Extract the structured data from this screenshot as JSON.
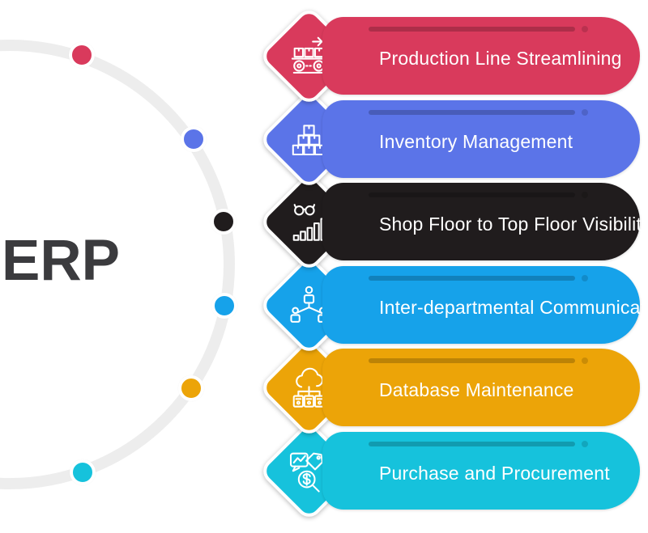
{
  "title": "ERP",
  "colors": {
    "background": "#ffffff",
    "arc": "#ededed",
    "title_text": "#3b3b3e",
    "label_text": "#ffffff"
  },
  "rows": [
    {
      "label": "Production Line Streamlining",
      "color": "#d93a5c",
      "icon": "production-line-icon"
    },
    {
      "label": "Inventory Management",
      "color": "#5b74e8",
      "icon": "inventory-boxes-icon"
    },
    {
      "label": "Shop Floor to Top Floor Visibility",
      "color": "#201c1d",
      "icon": "shop-floor-visibility-icon"
    },
    {
      "label": "Inter-departmental Communication",
      "color": "#16a2ea",
      "icon": "interdepartmental-communication-icon"
    },
    {
      "label": "Database Maintenance",
      "color": "#eca408",
      "icon": "database-maintenance-icon"
    },
    {
      "label": "Purchase and Procurement",
      "color": "#16c2dc",
      "icon": "purchase-procurement-icon"
    }
  ]
}
